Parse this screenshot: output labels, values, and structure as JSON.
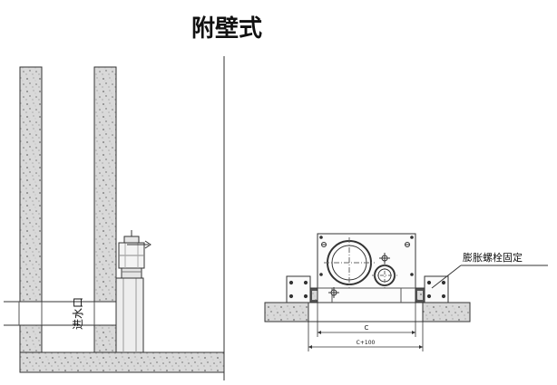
{
  "title": "附壁式",
  "labels": {
    "inlet": "进水口",
    "anchor_bolt": "膨胀螺栓固定",
    "dim_c": "C",
    "dim_c100": "C+100"
  }
}
